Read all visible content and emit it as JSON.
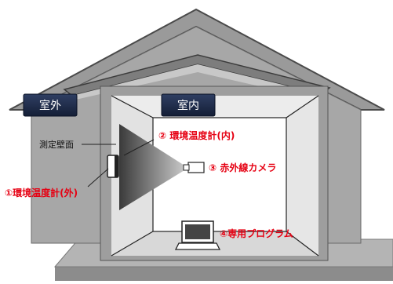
{
  "labels": {
    "outdoor": "室外",
    "indoor": "室内",
    "measurement_wall": "測定壁面",
    "indoor_sensor": "② 環境温度計(内)",
    "outdoor_sensor": "①環境温度計(外)",
    "ir_camera": "③ 赤外線カメラ",
    "program": "④専用プログラム"
  },
  "colors": {
    "accent_red": "#e60012",
    "navy_label": "#1c2a4a",
    "roof_gray": "#a9a9a9",
    "roof_outline": "#555555"
  }
}
